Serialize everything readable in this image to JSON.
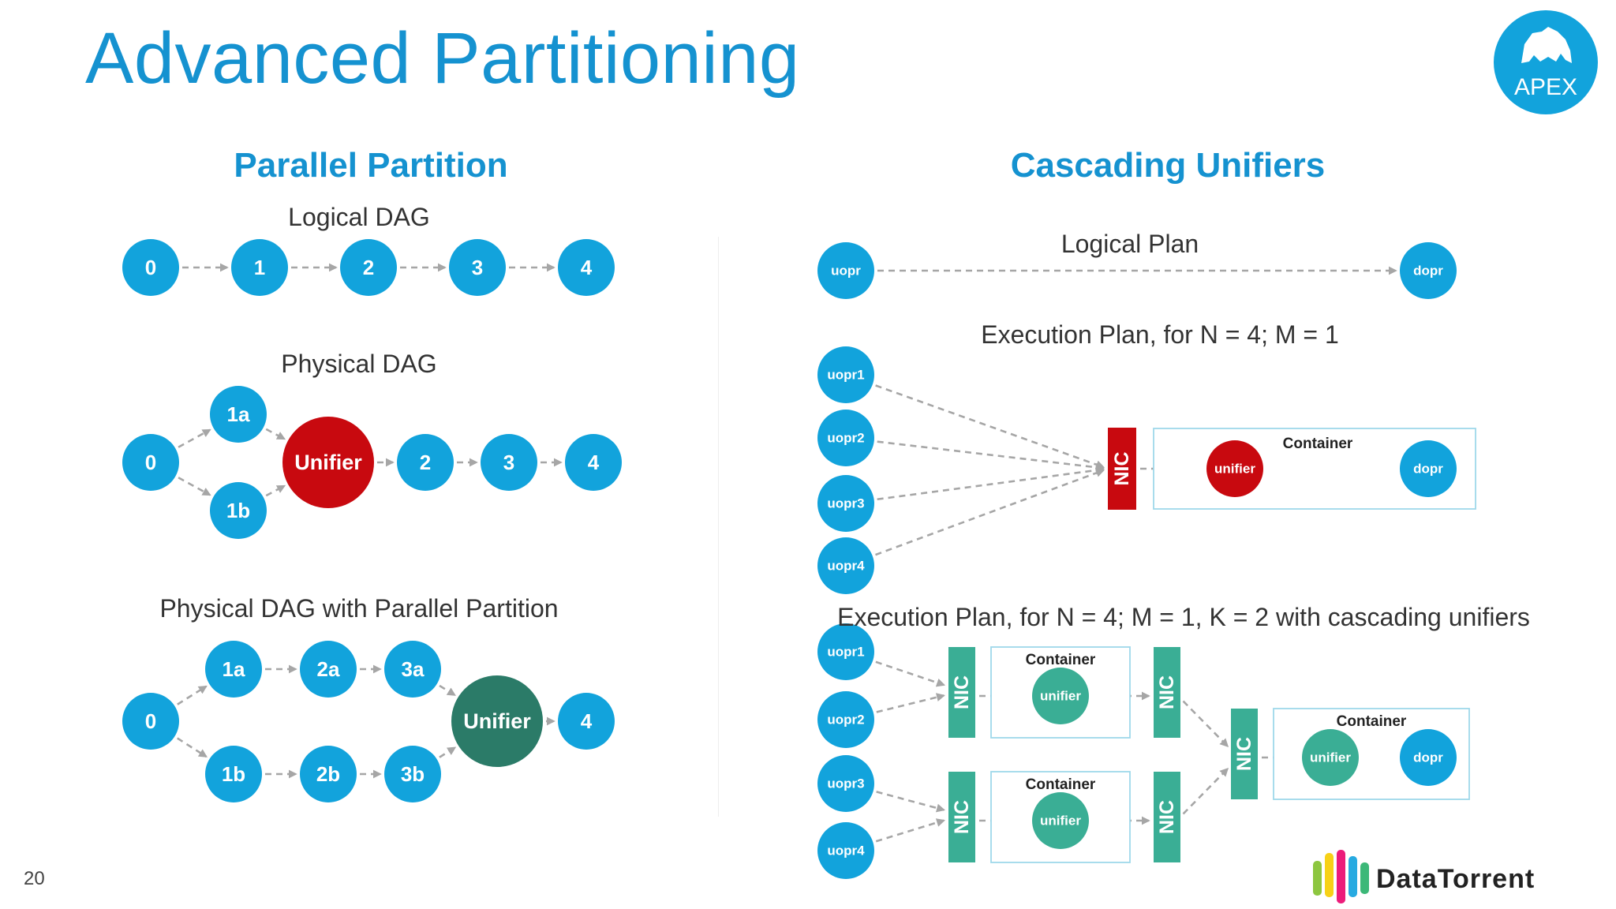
{
  "slide": {
    "title": "Advanced Partitioning",
    "page_number": "20",
    "apex_logo_text": "APEX",
    "datatorrent_logo_text": "DataTorrent",
    "colors": {
      "title_blue": "#1592d0",
      "node_blue": "#12a3dc",
      "unifier_red": "#c8090f",
      "nic_red": "#c8090f",
      "unifier_green": "#2b7b68",
      "teal": "#3aae95",
      "edge_gray": "#a6a6a6"
    }
  },
  "parallel_partition": {
    "heading": "Parallel Partition",
    "logical_dag_label": "Logical DAG",
    "physical_dag_label": "Physical DAG",
    "parallel_label": "Physical DAG with Parallel Partition",
    "logical_nodes": [
      "0",
      "1",
      "2",
      "3",
      "4"
    ],
    "physical": {
      "source": "0",
      "top": "1a",
      "bottom": "1b",
      "unifier": "Unifier",
      "downstream": [
        "2",
        "3",
        "4"
      ]
    },
    "parallel": {
      "source": "0",
      "top_row": [
        "1a",
        "2a",
        "3a"
      ],
      "bottom_row": [
        "1b",
        "2b",
        "3b"
      ],
      "unifier": "Unifier",
      "sink": "4"
    }
  },
  "cascading_unifiers": {
    "heading": "Cascading Unifiers",
    "logical_plan_label": "Logical Plan",
    "logical_source": "uopr",
    "logical_sink": "dopr",
    "exec1_label": "Execution Plan, for N = 4; M = 1",
    "exec1": {
      "sources": [
        "uopr1",
        "uopr2",
        "uopr3",
        "uopr4"
      ],
      "nic": "NIC",
      "container": "Container",
      "unifier": "unifier",
      "sink": "dopr"
    },
    "exec2_label": "Execution Plan, for N = 4; M = 1, K = 2 with cascading unifiers",
    "exec2": {
      "sources": [
        "uopr1",
        "uopr2",
        "uopr3",
        "uopr4"
      ],
      "nic": "NIC",
      "container": "Container",
      "unifier": "unifier",
      "sink": "dopr"
    }
  }
}
